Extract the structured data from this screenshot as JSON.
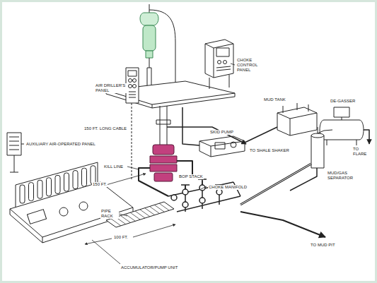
{
  "diagram": {
    "labels": [
      "AIR DRILLER'S PANEL",
      "CHOKE CONTROL PANEL",
      "150 FT. LONG CABLE",
      "AUXILIARY AIR-OPERATED PANEL",
      "KILL LINE",
      "150 FT.",
      "BOP STACK",
      "CHOKE MANIFOLD",
      "PIPE RACK",
      "100 FT.",
      "ACCUMULATOR/PUMP UNIT",
      "SKID PUMP",
      "TO SHALE SHAKER",
      "MUD TANK",
      "DE-GASSER",
      "MUD/GAS SEPARATOR",
      "TO FLARE",
      "TO MUD PIT"
    ]
  }
}
